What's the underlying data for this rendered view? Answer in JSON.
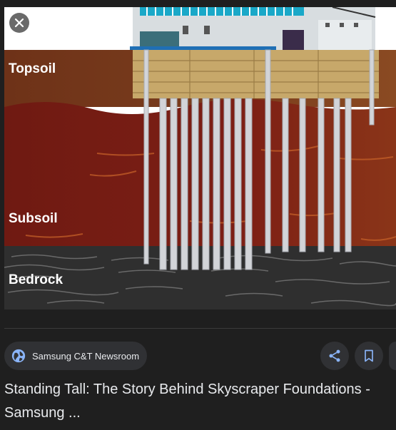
{
  "image": {
    "labels": {
      "topsoil": "Topsoil",
      "subsoil": "Subsoil",
      "bedrock": "Bedrock"
    },
    "colors": {
      "topsoil": "#7a3d1d",
      "subsoil": "#7d1f15",
      "bedrock": "#2f2f2f"
    }
  },
  "close_button": {
    "icon": "close-icon"
  },
  "source": {
    "name": "Samsung C&T Newsroom",
    "icon": "globe-icon"
  },
  "actions": {
    "share_icon": "share-icon",
    "save_icon": "bookmark-icon"
  },
  "result": {
    "title_line1": "Standing Tall: The Story Behind Skyscraper Foundations -",
    "title_line2": "Samsung ..."
  }
}
